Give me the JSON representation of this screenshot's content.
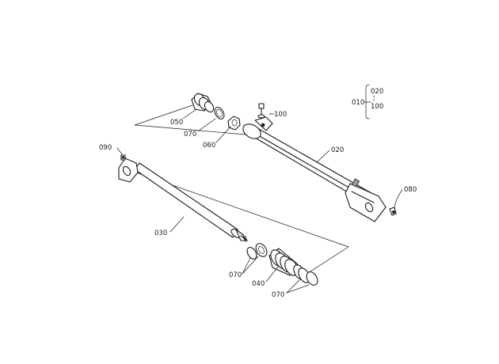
{
  "diagram": {
    "labels": {
      "tree_root": "010",
      "tree_top": "020",
      "tree_bottom": "100",
      "screw_100": "100",
      "cap_050": "050",
      "ring_070_top": "070",
      "nut_060": "060",
      "tube_020": "020",
      "fitting_080": "080",
      "fitting_090": "090",
      "rod_030": "030",
      "rings_070_mid": "070",
      "piston_040": "040",
      "rings_070_bottom": "070"
    },
    "line_color": "#1a1a1a",
    "background": "#ffffff"
  }
}
